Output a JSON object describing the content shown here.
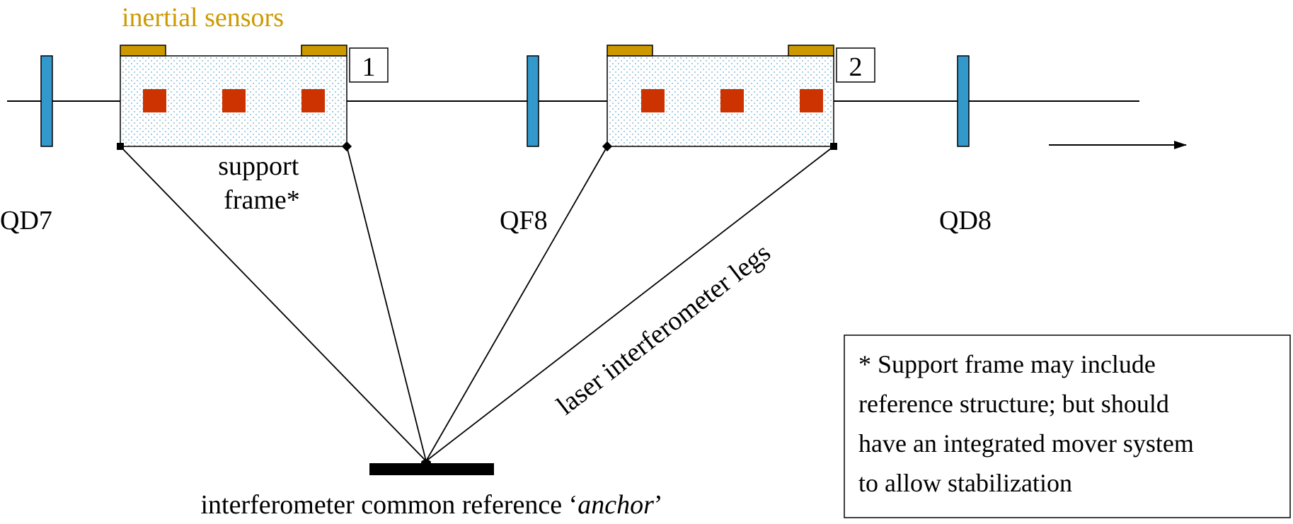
{
  "labels": {
    "inertial_sensors": "inertial sensors",
    "support_frame_line1": "support",
    "support_frame_line2": "frame*",
    "qd7": "QD7",
    "qf8": "QF8",
    "qd8": "QD8",
    "laser_legs": "laser interferometer legs",
    "anchor_prefix": "interferometer common reference ‘",
    "anchor_italic": "anchor",
    "anchor_suffix": "’",
    "frame_1_number": "1",
    "frame_2_number": "2"
  },
  "note": {
    "line1": "* Support frame may include",
    "line2": "reference structure; but should",
    "line3": "have an integrated mover system",
    "line4": "to allow stabilization"
  },
  "colors": {
    "sensor": "#CC9900",
    "magnet": "#3399CC",
    "red_block": "#CC3300",
    "frame_dots": "#66AACC",
    "sensor_label": "#CC9900",
    "line": "#000000"
  }
}
